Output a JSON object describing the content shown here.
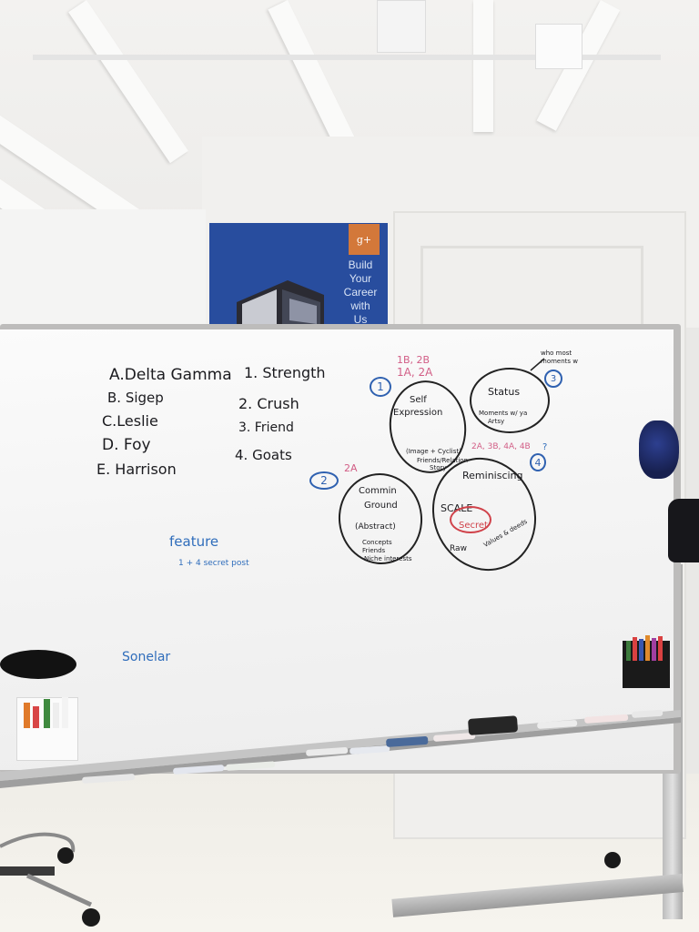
{
  "poster": {
    "logo": "g+",
    "lines": [
      "Build",
      "Your",
      "Career",
      "with",
      "Us"
    ]
  },
  "whiteboard": {
    "list_letters": [
      "A.Delta Gamma",
      "B. Sigep",
      "C.Leslie",
      "D. Foy",
      "E. Harrison"
    ],
    "list_numbers": [
      "1. Strength",
      "2. Crush",
      "3. Friend",
      "4. Goats"
    ],
    "clusters": {
      "self_expression": {
        "number": "1",
        "codes_top": "1B, 2B",
        "codes_bottom": "1A, 2A",
        "title_line1": "Self",
        "title_line2": "Expression",
        "note_line1": "(Image + Cyclist)",
        "note_line2": "Friends/Relation",
        "note_line3": "Story"
      },
      "status": {
        "number": "3",
        "title": "Status",
        "note_line1": "Moments w/ ya",
        "note_line2": "Artsy",
        "side_note_line1": "who most",
        "side_note_line2": "moments w"
      },
      "common_ground": {
        "number": "2",
        "code": "2A",
        "title_line1": "Commin",
        "title_line2": "Ground",
        "title_line3": "(Abstract)",
        "note_line1": "Concepts",
        "note_line2": "Friends",
        "note_line3": "Niche interests"
      },
      "reminiscing": {
        "number": "4",
        "mark": "?",
        "codes": "2A, 3B, 4A, 4B",
        "title": "Reminiscing",
        "scale": "SCALE",
        "secret": "Secret",
        "raw": "Raw",
        "values": "Values & deeds"
      }
    },
    "feature_label": "feature",
    "feature_note": "1 + 4 secret post",
    "bottom_word": "Sonelar"
  },
  "colors": {
    "board": "#f5f5f5",
    "ink_black": "#1b1b1f",
    "ink_blue": "#2f6dbb",
    "ink_red": "#d0424a",
    "poster_blue": "#284d9e",
    "logo_orange": "#d3783a"
  }
}
